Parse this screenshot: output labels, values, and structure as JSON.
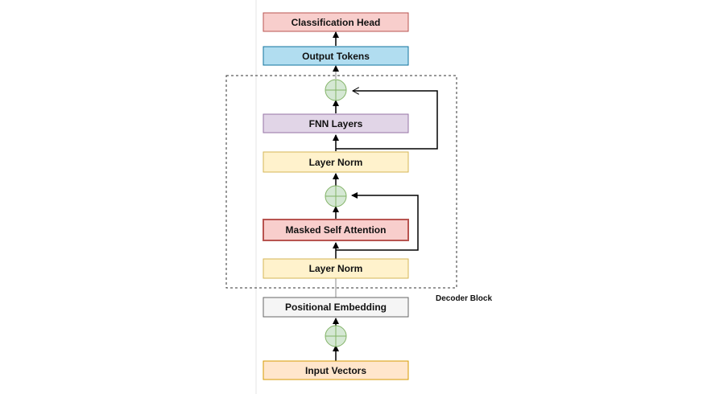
{
  "diagram": {
    "group_label": "Decoder Block",
    "boxes": {
      "classification_head": {
        "label": "Classification Head",
        "fill": "#f8cecc",
        "stroke": "#b85450"
      },
      "output_tokens": {
        "label": "Output Tokens",
        "fill": "#b1ddf0",
        "stroke": "#10739e"
      },
      "fnn_layers": {
        "label": "FNN Layers",
        "fill": "#e1d5e7",
        "stroke": "#9673a6"
      },
      "layer_norm_top": {
        "label": "Layer Norm",
        "fill": "#fff2cc",
        "stroke": "#d6b656"
      },
      "masked_self_attention": {
        "label": "Masked Self Attention",
        "fill": "#f8cecc",
        "stroke": "#b85450"
      },
      "layer_norm_bottom": {
        "label": "Layer Norm",
        "fill": "#fff2cc",
        "stroke": "#d6b656"
      },
      "positional_embedding": {
        "label": "Positional Embedding",
        "fill": "#f5f5f5",
        "stroke": "#666666"
      },
      "input_vectors": {
        "label": "Input Vectors",
        "fill": "#ffe6cc",
        "stroke": "#d79b00"
      }
    },
    "adder_fill": "#d5e8d4",
    "adder_stroke": "#82b366"
  }
}
